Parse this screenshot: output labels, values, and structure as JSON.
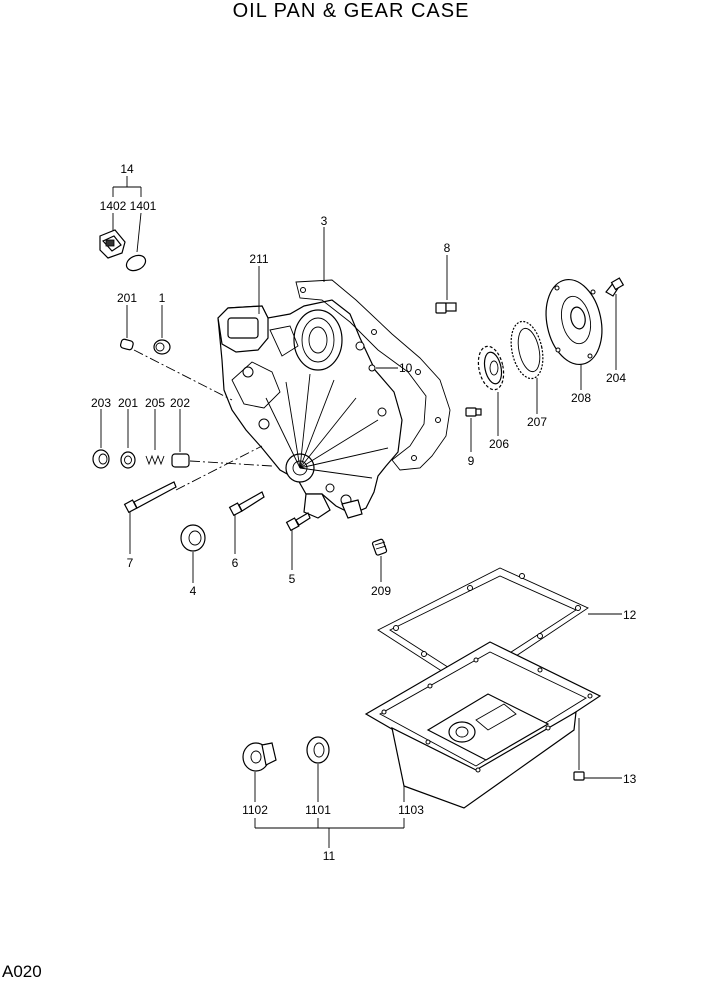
{
  "title": "OIL PAN & GEAR CASE",
  "page_code": "A020",
  "callouts": {
    "c14": "14",
    "c1402": "1402",
    "c1401": "1401",
    "c3": "3",
    "c8": "8",
    "c211": "211",
    "c201a": "201",
    "c1": "1",
    "c10": "10",
    "c204": "204",
    "c208": "208",
    "c207": "207",
    "c206": "206",
    "c9": "9",
    "c203": "203",
    "c201b": "201",
    "c205": "205",
    "c202": "202",
    "c7": "7",
    "c6": "6",
    "c4": "4",
    "c5": "5",
    "c209": "209",
    "c12": "12",
    "c13": "13",
    "c1102": "1102",
    "c1101": "1101",
    "c1103": "1103",
    "c11": "11"
  }
}
